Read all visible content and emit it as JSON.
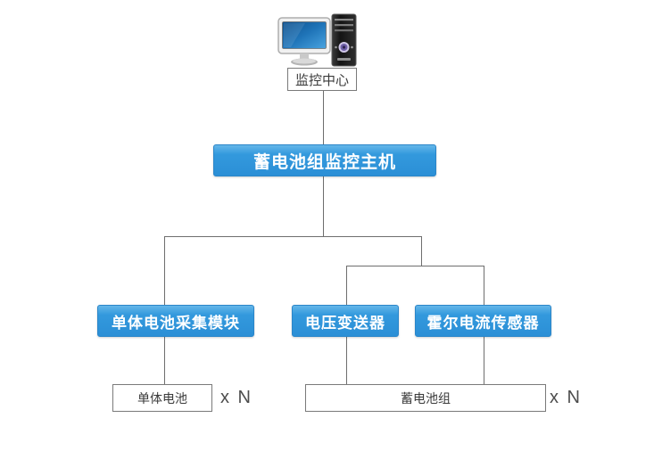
{
  "diagram": {
    "nodes": {
      "monitoring_center": {
        "label": "监控中心"
      },
      "host": {
        "label": "蓄电池组监控主机"
      },
      "cell_module": {
        "label": "单体电池采集模块"
      },
      "voltage_transmitter": {
        "label": "电压变送器"
      },
      "hall_sensor": {
        "label": "霍尔电流传感器"
      },
      "single_cell": {
        "label": "单体电池",
        "multiplier": "x N"
      },
      "battery_pack": {
        "label": "蓄电池组",
        "multiplier": "x N"
      }
    },
    "icons": {
      "computer": "computer-icon"
    },
    "colors": {
      "accent_blue": "#2b8fd6",
      "accent_blue_light": "#64b6e9",
      "connector_gray": "#6e6e6e",
      "box_border_gray": "#7a7a7a",
      "text_dark": "#3a3a3a",
      "monitor_screen_blue": "#1f74b8",
      "tower_black": "#1c1c1c",
      "tower_button_purple": "#6f5fa8"
    }
  }
}
